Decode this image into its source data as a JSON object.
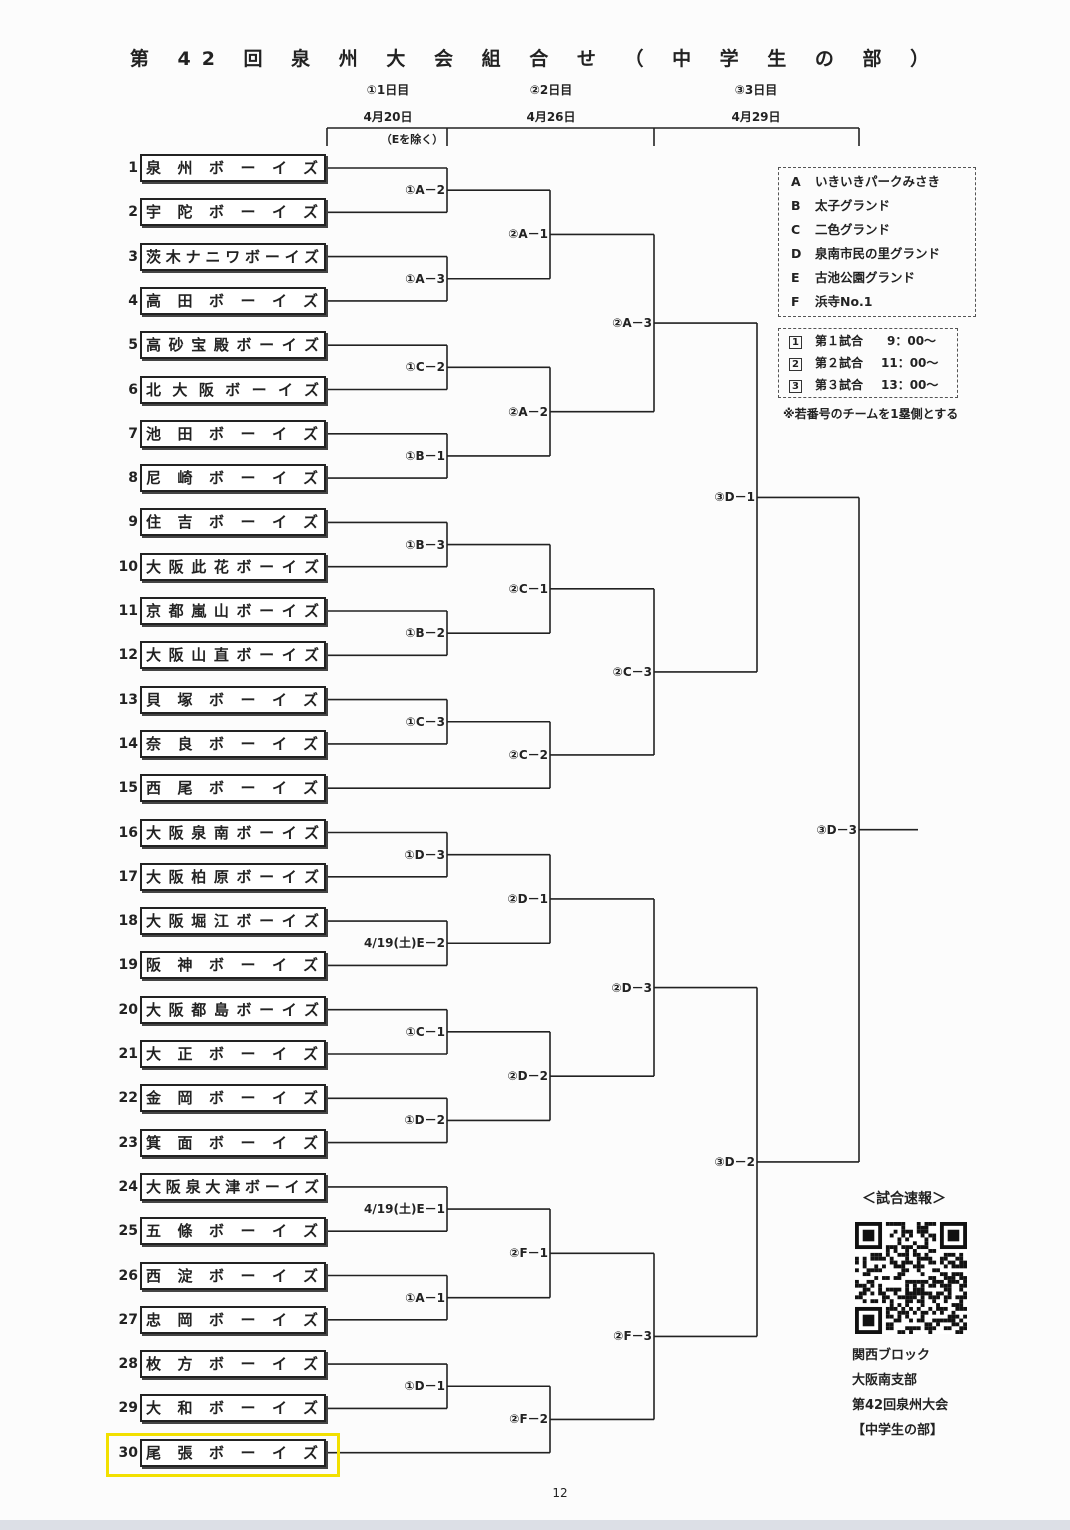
{
  "title": "第 42 回 泉 州 大 会 組 合 せ （ 中 学 生 の 部 ）",
  "days": [
    {
      "name": "①1日目",
      "date": "4月20日",
      "note": "（Eを除く）"
    },
    {
      "name": "②2日目",
      "date": "4月26日"
    },
    {
      "name": "③3日目",
      "date": "4月29日"
    }
  ],
  "teams": [
    {
      "seed": "1",
      "name": "泉州ボーイズ"
    },
    {
      "seed": "2",
      "name": "宇陀ボーイズ"
    },
    {
      "seed": "3",
      "name": "茨木ナニワボーイズ"
    },
    {
      "seed": "4",
      "name": "高田ボーイズ"
    },
    {
      "seed": "5",
      "name": "高砂宝殿ボーイズ"
    },
    {
      "seed": "6",
      "name": "北大阪ボーイズ"
    },
    {
      "seed": "7",
      "name": "池田ボーイズ"
    },
    {
      "seed": "8",
      "name": "尼崎ボーイズ"
    },
    {
      "seed": "9",
      "name": "住吉ボーイズ"
    },
    {
      "seed": "10",
      "name": "大阪此花ボーイズ"
    },
    {
      "seed": "11",
      "name": "京都嵐山ボーイズ"
    },
    {
      "seed": "12",
      "name": "大阪山直ボーイズ"
    },
    {
      "seed": "13",
      "name": "貝塚ボーイズ"
    },
    {
      "seed": "14",
      "name": "奈良ボーイズ"
    },
    {
      "seed": "15",
      "name": "西尾ボーイズ"
    },
    {
      "seed": "16",
      "name": "大阪泉南ボーイズ"
    },
    {
      "seed": "17",
      "name": "大阪柏原ボーイズ"
    },
    {
      "seed": "18",
      "name": "大阪堀江ボーイズ"
    },
    {
      "seed": "19",
      "name": "阪神ボーイズ"
    },
    {
      "seed": "20",
      "name": "大阪都島ボーイズ"
    },
    {
      "seed": "21",
      "name": "大正ボーイズ"
    },
    {
      "seed": "22",
      "name": "金岡ボーイズ"
    },
    {
      "seed": "23",
      "name": "箕面ボーイズ"
    },
    {
      "seed": "24",
      "name": "大阪泉大津ボーイズ"
    },
    {
      "seed": "25",
      "name": "五條ボーイズ"
    },
    {
      "seed": "26",
      "name": "西淀ボーイズ"
    },
    {
      "seed": "27",
      "name": "忠岡ボーイズ"
    },
    {
      "seed": "28",
      "name": "枚方ボーイズ"
    },
    {
      "seed": "29",
      "name": "大和ボーイズ"
    },
    {
      "seed": "30",
      "name": "尾張ボーイズ"
    }
  ],
  "round1": [
    "①A－2",
    "①A－3",
    "①C－2",
    "①B－1",
    "①B－3",
    "①B－2",
    "①C－3",
    "①D－3",
    "4/19(土)E－2",
    "①C－1",
    "①D－2",
    "4/19(土)E－1",
    "①A－1",
    "①D－1"
  ],
  "round2": [
    "②A－1",
    "②A－2",
    "②C－1",
    "②C－2",
    "②D－1",
    "②D－2",
    "②F－1",
    "②F－2"
  ],
  "round3": [
    "②A－3",
    "②C－3",
    "②D－3",
    "②F－3"
  ],
  "round4": [
    "③D－1",
    "③D－2"
  ],
  "final": "③D－3",
  "venues": [
    {
      "key": "A",
      "name": "いきいきパークみさき"
    },
    {
      "key": "B",
      "name": "太子グランド"
    },
    {
      "key": "C",
      "name": "二色グランド"
    },
    {
      "key": "D",
      "name": "泉南市民の里グランド"
    },
    {
      "key": "E",
      "name": "古池公園グランド"
    },
    {
      "key": "F",
      "name": "浜寺No.1"
    }
  ],
  "times": [
    {
      "key": "1",
      "label": "第１試合",
      "time": "9：00～"
    },
    {
      "key": "2",
      "label": "第２試合",
      "time": "11：00～"
    },
    {
      "key": "3",
      "label": "第３試合",
      "time": "13：00～"
    }
  ],
  "note": "※若番号のチームを1塁側とする",
  "quick_report": "＜試合速報＞",
  "info": [
    "関西ブロック",
    "大阪南支部",
    "第42回泉州大会",
    "【中学生の部】"
  ],
  "page_number": "12",
  "highlight_team": "30"
}
